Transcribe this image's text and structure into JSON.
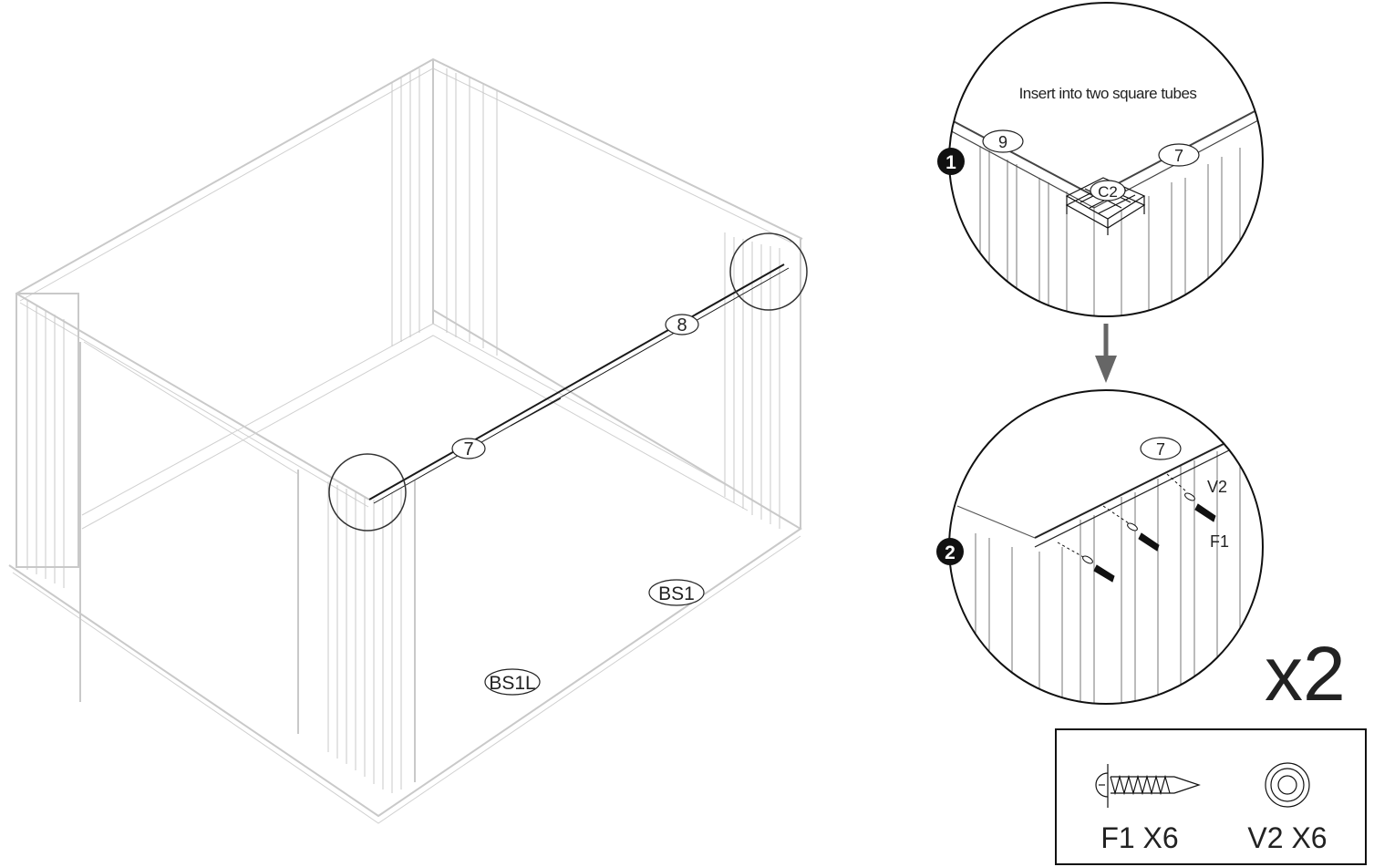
{
  "main_view": {
    "callout_7": "7",
    "callout_8": "8",
    "callout_bs1": "BS1",
    "callout_bs1l": "BS1L"
  },
  "step1": {
    "number": "1",
    "caption": "Insert into two square tubes",
    "callout_9": "9",
    "callout_7": "7",
    "callout_c2": "C2"
  },
  "step2": {
    "number": "2",
    "callout_7": "7",
    "callout_v2": "V2",
    "callout_f1": "F1"
  },
  "multiplier": "x2",
  "hardware": {
    "screw_label": "F1 X6",
    "washer_label": "V2 X6",
    "screw_icon": "screw-icon",
    "washer_icon": "washer-icon"
  }
}
